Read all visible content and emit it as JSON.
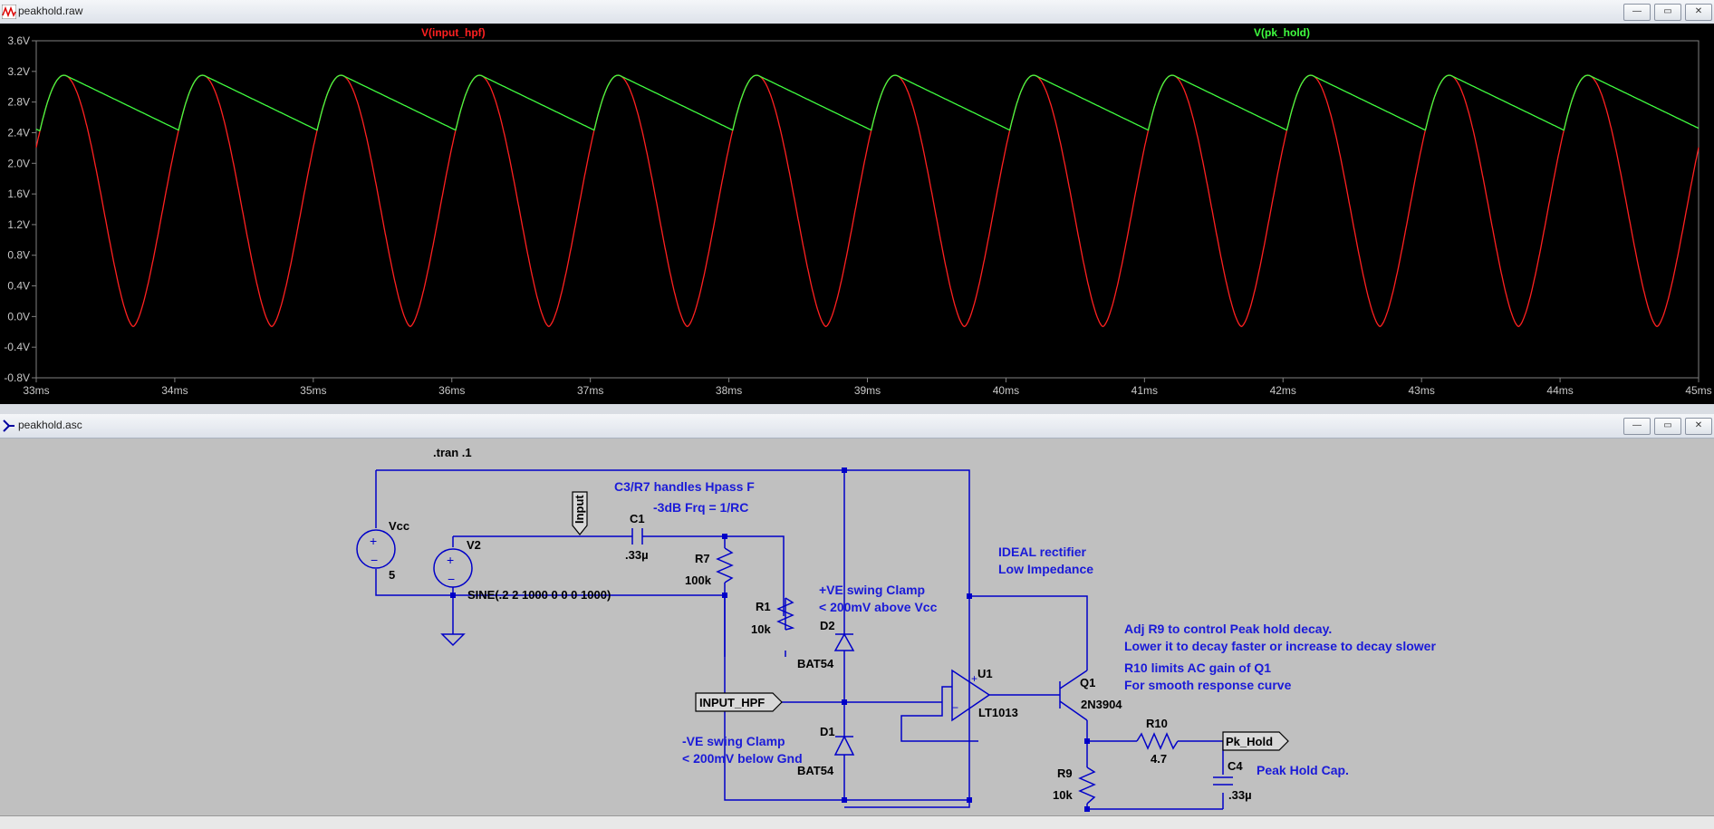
{
  "windows": {
    "raw_title": "peakhold.raw",
    "asc_title": "peakhold.asc",
    "minimize_glyph": "—",
    "restore_glyph": "▭",
    "close_glyph": "✕"
  },
  "colors": {
    "trace_input": "#ff2020",
    "trace_pk": "#40ff40",
    "plot_bg": "#000000",
    "grid": "#808080",
    "wire": "#0000c8",
    "schematic_bg": "#c0c0c0",
    "text_dark": "#000000",
    "text_blue": "#1a1ad8"
  },
  "chart_data": {
    "type": "line",
    "series": [
      {
        "name": "V(input_hpf)",
        "color": "#ff2020",
        "period_ms": 1,
        "min": -0.13,
        "peak": 3.15,
        "peak_time_offset": 0.2
      },
      {
        "name": "V(pk_hold)",
        "color": "#40ff40",
        "period_ms": 1,
        "peak": 3.15,
        "trough": 2.45
      }
    ],
    "x_ticks": [
      "33ms",
      "34ms",
      "35ms",
      "36ms",
      "37ms",
      "38ms",
      "39ms",
      "40ms",
      "41ms",
      "42ms",
      "43ms",
      "44ms",
      "45ms"
    ],
    "y_ticks": [
      "3.6V",
      "3.2V",
      "2.8V",
      "2.4V",
      "2.0V",
      "1.6V",
      "1.2V",
      "0.8V",
      "0.4V",
      "0.0V",
      "-0.4V",
      "-0.8V"
    ],
    "xlim": [
      33,
      45
    ],
    "ylim": [
      -0.8,
      3.6
    ],
    "grid": false
  },
  "schematic": {
    "directive": ".tran .1",
    "vcc": {
      "name": "Vcc",
      "value": "5"
    },
    "v2": {
      "name": "V2",
      "value": "SINE(.2 2 1000 0 0 0 1000)"
    },
    "c1": {
      "name": "C1",
      "value": ".33µ"
    },
    "r7": {
      "name": "R7",
      "value": "100k"
    },
    "r1": {
      "name": "R1",
      "value": "10k"
    },
    "d2": {
      "name": "D2",
      "value": "BAT54"
    },
    "d1": {
      "name": "D1",
      "value": "BAT54"
    },
    "u1": {
      "name": "U1",
      "value": "LT1013"
    },
    "q1": {
      "name": "Q1",
      "value": "2N3904"
    },
    "r10": {
      "name": "R10",
      "value": "4.7"
    },
    "r9": {
      "name": "R9",
      "value": "10k"
    },
    "c4": {
      "name": "C4",
      "value": ".33µ"
    },
    "labels": {
      "input": "Input",
      "input_hpf": "INPUT_HPF",
      "pk_hold": "Pk_Hold"
    },
    "comments": {
      "hpass1": "C3/R7 handles Hpass F",
      "hpass2": "-3dB Frq = 1/RC",
      "ideal1": "IDEAL rectifier",
      "ideal2": "Low Impedance",
      "clamp_pos1": "+VE swing Clamp",
      "clamp_pos2": "< 200mV above Vcc",
      "clamp_neg1": "-VE swing Clamp",
      "clamp_neg2": "< 200mV below Gnd",
      "adj1": "Adj R9 to control Peak hold decay.",
      "adj2": "Lower it to decay faster or increase to decay slower",
      "r10a": "R10 limits AC gain of Q1",
      "r10b": "For smooth response curve",
      "cap": "Peak Hold Cap."
    }
  }
}
